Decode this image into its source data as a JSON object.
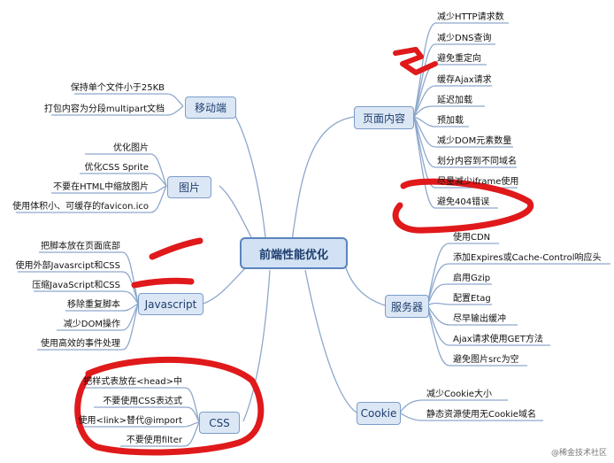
{
  "center": "前端性能优化",
  "branches": {
    "page_content": {
      "label": "页面内容",
      "items": [
        "减少HTTP请求数",
        "减少DNS查询",
        "避免重定向",
        "缓存Ajax请求",
        "延迟加载",
        "预加载",
        "减少DOM元素数量",
        "划分内容到不同域名",
        "尽量减少iframe使用",
        "避免404错误"
      ]
    },
    "server": {
      "label": "服务器",
      "items": [
        "使用CDN",
        "添加Expires或Cache-Control响应头",
        "启用Gzip",
        "配置Etag",
        "尽早输出缓冲",
        "Ajax请求使用GET方法",
        "避免图片src为空"
      ]
    },
    "cookie": {
      "label": "Cookie",
      "items": [
        "减少Cookie大小",
        "静态资源使用无Cookie域名"
      ]
    },
    "mobile": {
      "label": "移动端",
      "items": [
        "保持单个文件小于25KB",
        "打包内容为分段multipart文档"
      ]
    },
    "images": {
      "label": "图片",
      "items": [
        "优化图片",
        "优化CSS Sprite",
        "不要在HTML中缩放图片",
        "使用体积小、可缓存的favicon.ico"
      ]
    },
    "javascript": {
      "label": "Javascript",
      "items": [
        "把脚本放在页面底部",
        "使用外部Javasrcipt和CSS",
        "压缩JavaScript和CSS",
        "移除重复脚本",
        "减少DOM操作",
        "使用高效的事件处理"
      ]
    },
    "css": {
      "label": "CSS",
      "items": [
        "把样式表放在<head>中",
        "不要使用CSS表达式",
        "使用<link>替代@import",
        "不要使用filter"
      ]
    }
  },
  "watermark": "@稀金技术社区",
  "colors": {
    "node_fill": "#dce7f5",
    "node_border": "#7c9cc9",
    "line": "#8ea8cc",
    "annotation": "#e0191b"
  }
}
